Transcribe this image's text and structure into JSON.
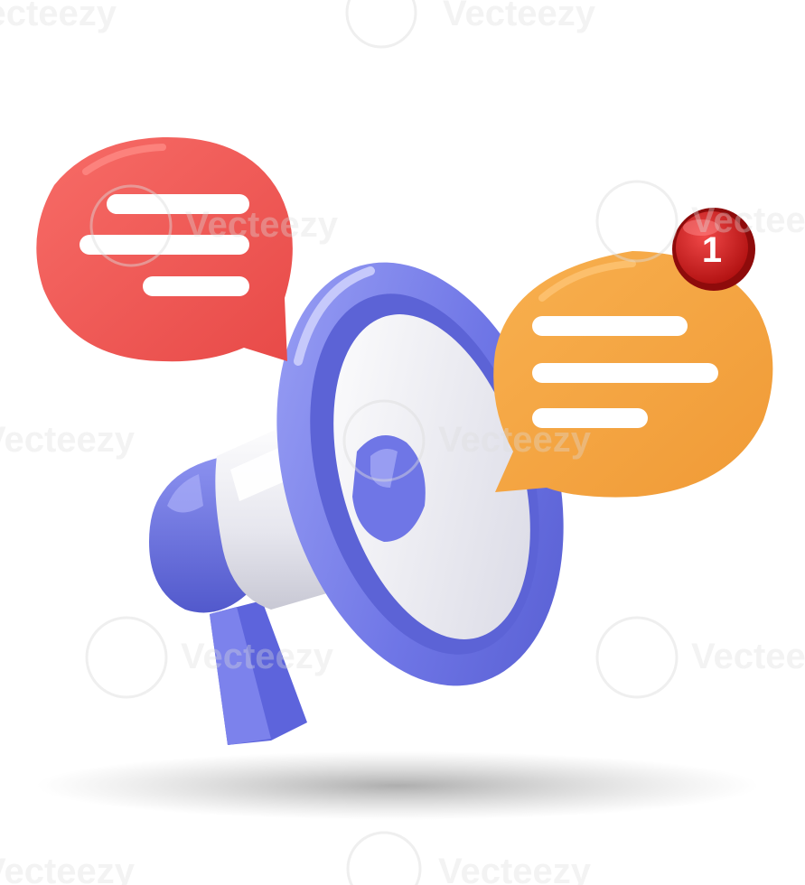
{
  "illustration": {
    "subject": "megaphone-with-chat-bubbles",
    "notification_badge": {
      "count": "1",
      "color": "#d81f1f"
    },
    "watermark": {
      "text": "Vecteezy",
      "partial_texts": [
        "Vecteezy",
        "Vecteezy",
        "Vecteezy",
        "Vecteezy",
        "Vecteezy",
        "Vecteezy",
        "Vecteezy",
        "Vecteezy",
        "Vecteezy",
        "Vecteezy",
        "Vecteezy",
        "Vecteezy"
      ]
    },
    "colors": {
      "background": "#ffffff",
      "megaphone": "#6f76e6",
      "megaphone_light": "#a3a8f5",
      "megaphone_inner": "#eeeef5",
      "left_bubble": "#f05a57",
      "right_bubble": "#f4a23f",
      "bubble_lines": "#ffffff"
    }
  }
}
